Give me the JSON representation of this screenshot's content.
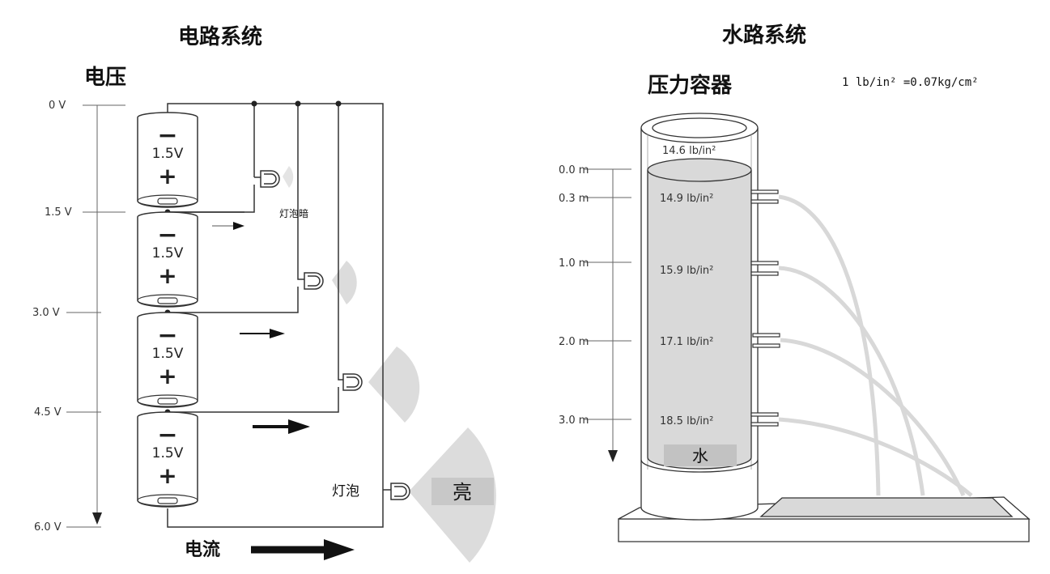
{
  "electric": {
    "title": "电路系统",
    "voltage_label": "电压",
    "voltage_ticks": [
      "0 V",
      "1.5 V",
      "3.0 V",
      "4.5 V",
      "6.0 V"
    ],
    "batteries": [
      {
        "minus": "−",
        "voltage": "1.5V",
        "plus": "+"
      },
      {
        "minus": "−",
        "voltage": "1.5V",
        "plus": "+"
      },
      {
        "minus": "−",
        "voltage": "1.5V",
        "plus": "+"
      },
      {
        "minus": "−",
        "voltage": "1.5V",
        "plus": "+"
      }
    ],
    "dim_bulb_label": "灯泡暗",
    "bulb_label": "灯泡",
    "bright_label": "亮",
    "current_label": "电流"
  },
  "water": {
    "title": "水路系统",
    "vessel_label": "压力容器",
    "conversion": "1 lb/in² =0.07kg/cm²",
    "top_pressure": "14.6 lb/in²",
    "depth_ticks": [
      "0.0 m",
      "0.3 m",
      "1.0 m",
      "2.0 m",
      "3.0 m"
    ],
    "pressures": [
      "14.9 lb/in²",
      "15.9 lb/in²",
      "17.1 lb/in²",
      "18.5 lb/in²"
    ],
    "water_label": "水"
  },
  "colors": {
    "line": "#333333",
    "water": "#d9d9d9",
    "glow": "#dcdcdc",
    "label_box": "#c8c8c8"
  }
}
